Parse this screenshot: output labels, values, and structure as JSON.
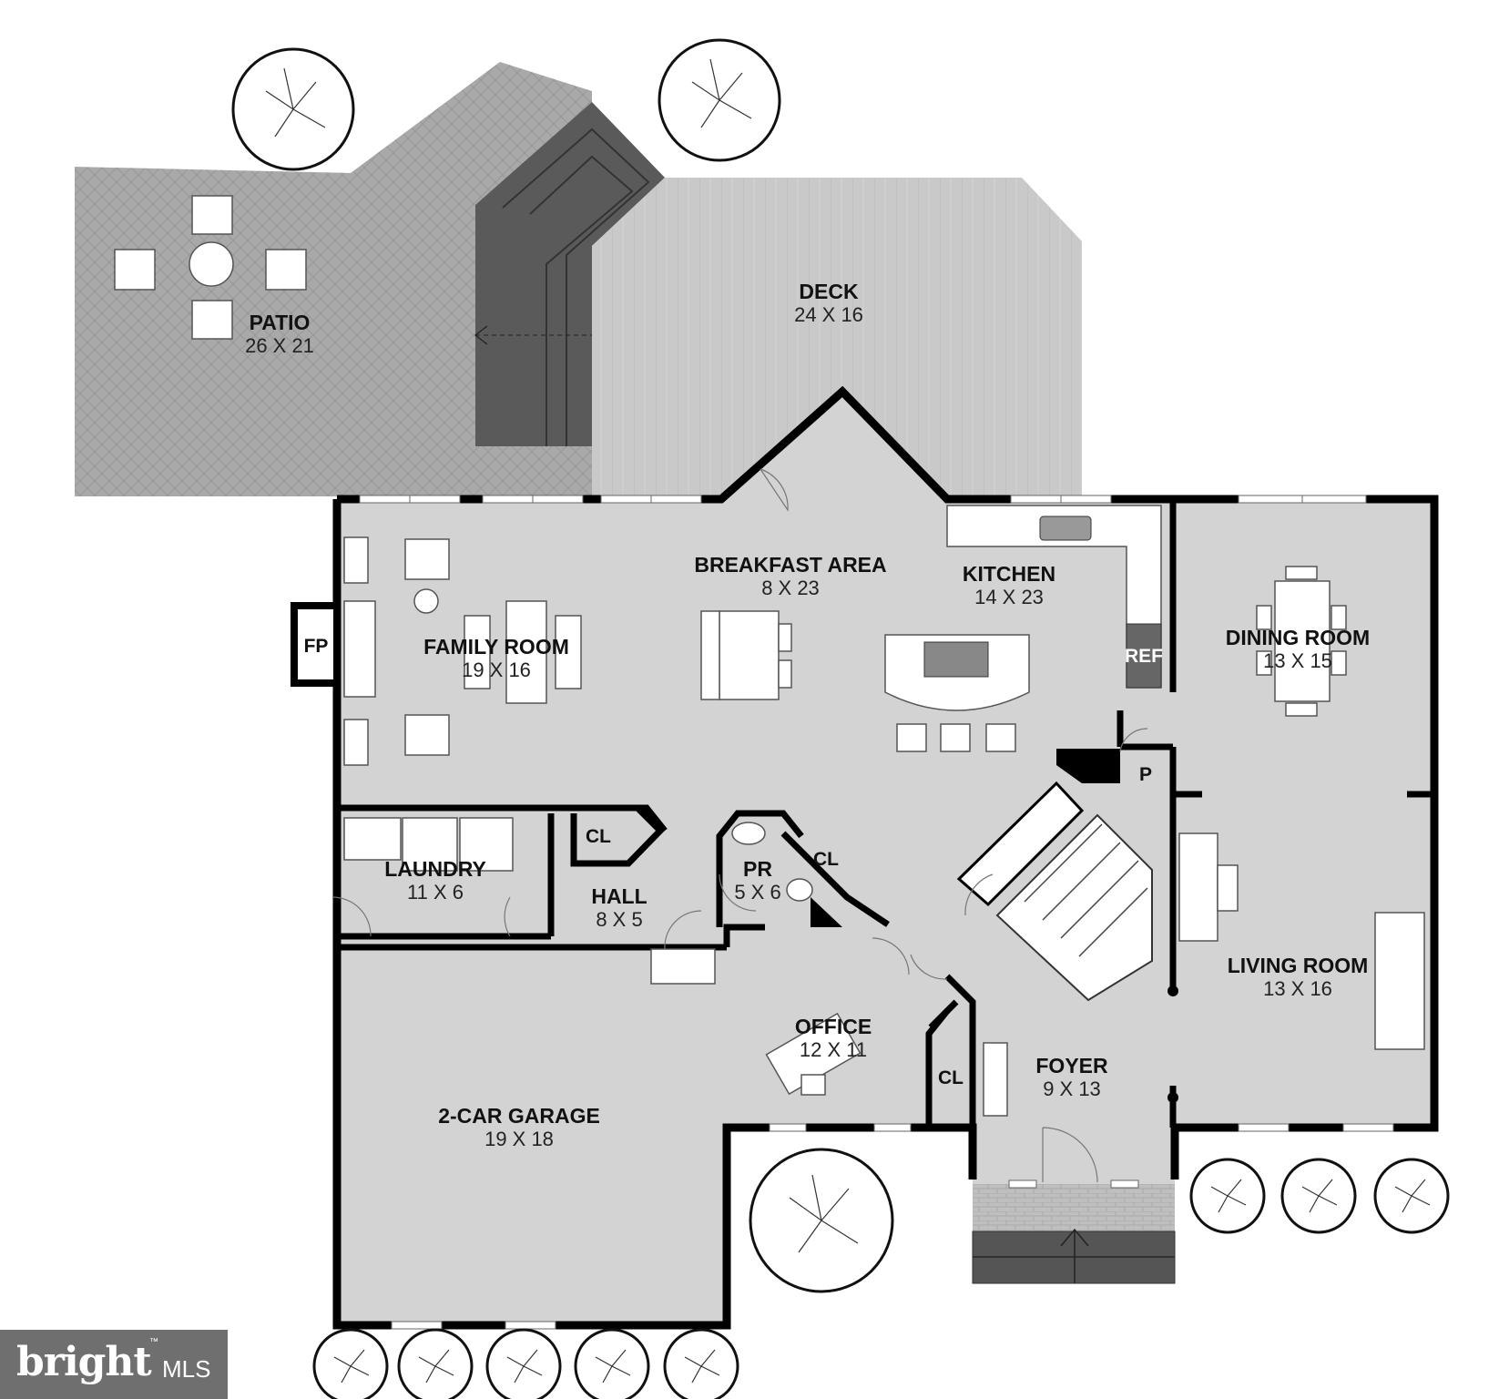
{
  "rooms": {
    "patio": {
      "name": "PATIO",
      "dims": "26 X 21"
    },
    "deck": {
      "name": "DECK",
      "dims": "24 X 16"
    },
    "breakfast": {
      "name": "BREAKFAST AREA",
      "dims": "8 X 23"
    },
    "kitchen": {
      "name": "KITCHEN",
      "dims": "14 X 23"
    },
    "family": {
      "name": "FAMILY ROOM",
      "dims": "19 X 16"
    },
    "dining": {
      "name": "DINING ROOM",
      "dims": "13 X 15"
    },
    "laundry": {
      "name": "LAUNDRY",
      "dims": "11 X 6"
    },
    "hall": {
      "name": "HALL",
      "dims": "8 X 5"
    },
    "powder": {
      "name": "PR",
      "dims": "5 X 6"
    },
    "living": {
      "name": "LIVING ROOM",
      "dims": "13 X 16"
    },
    "office": {
      "name": "OFFICE",
      "dims": "12 X 11"
    },
    "foyer": {
      "name": "FOYER",
      "dims": "9 X 13"
    },
    "garage": {
      "name": "2-CAR GARAGE",
      "dims": "19 X 18"
    }
  },
  "fixtures": {
    "fireplace": "FP",
    "refrigerator": "REF",
    "pantry": "P",
    "closet_hall": "CL",
    "closet_powder": "CL",
    "closet_office": "CL"
  },
  "logo": {
    "brand": "bright",
    "suffix": "MLS",
    "tm": "™"
  },
  "colors": {
    "floor": "#d3d3d3",
    "wall": "#000000",
    "stairs": "#555555",
    "patio": "#a8a8a8",
    "deck": "#c8c8c8"
  }
}
